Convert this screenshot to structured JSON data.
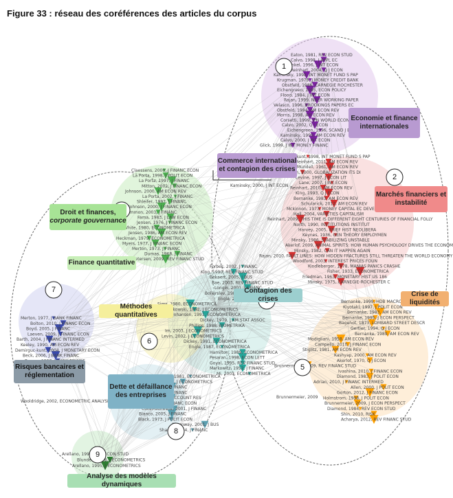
{
  "figure_title": "Figure 33 : réseau des coréférences des articles du corpus",
  "colors": {
    "c1": "#7b1fa2",
    "c2": "#d32f2f",
    "c3": "#26a69a",
    "c4": "#4caf50",
    "c5": "#ffa000",
    "c6": "#e6d845",
    "c7": "#3949ab",
    "c8": "#5c9fb0",
    "c9": "#2e7d32"
  },
  "clusters": [
    "1",
    "2",
    "3",
    "4",
    "5",
    "6",
    "7",
    "8",
    "9"
  ],
  "categories": {
    "economie": "Economie et finance internationales",
    "commerce": "Commerce international et contagion des crises",
    "marches": "Marchés financiers et instabilité",
    "droit_line1": "Droit et finances,",
    "droit_line2": "corporate gouvernance",
    "finance_quant": "Finance quantitative",
    "contagion": "Contagion des crises",
    "methodes": "Méthodes quantitatives",
    "crise_liq": "Crise de liquidités",
    "risques": "Risques bancaires et réglementation",
    "dette": "Dette et défaillance des entreprises",
    "analyse": "Analyse des modèles dynamiques"
  },
  "labels": {
    "c1": [
      "Eaton, 1981, REV ECON STUD",
      "Calvo, 1998, J APPL EC",
      "Frankel, 1996, J INT ECON",
      "Reinhart, 2004, Q J ECON",
      "Kaminsky, 1998, INT MONET FUND S PAP",
      "Krugman, 1979, J MONEY CREDIT BANK",
      "Obstfeld, 1986, CARNEGIE ROCHESTER",
      "Eichengreen, 1995, ECON POLICY",
      "Flood, 1984, J INT ECON",
      "Rajan, 1999, NBER WORKING PAPER",
      "Velasco, 1996, BROOKINGS PAPERS EC",
      "Obstfeld, 1994, AM ECON REV",
      "Morris, 1998, AM ECON REV",
      "Corsetti, 1999, JPN WORLD ECON",
      "Calvo, 2002, Q J ECON",
      "Eichengreen, 1996, SCAND J ECON",
      "Kaminsky, 1999, AM ECON REV",
      "Calvo, 2000, J INT ECON",
      "Glick, 1999, J INT MONEY FINANC"
    ],
    "c2": [
      "Demirguc-kunt, 1998, INT MONET FUND S PAP",
      "Reinhart, 2011, AM ECON REV",
      "Mundell, 1961, AM ECON REV",
      "Stiglitz Joseph, 2000, GLOBALIZATION ITS DI",
      "Levine, 1997, J ECON LIT",
      "Lane, 2007, J INT ECON",
      "Reinhart, 2010, AM ECON REV",
      "King, 1993, Q J ECON",
      "Bernanke, 1983, AM ECON REV",
      "Schularick, 2012, AM ECON REV",
      "Mckinnon, 1973, MONEY CAPITAL EC DEVE",
      "Hall, 2004, VARIETIES CAPITALISM",
      "Reinhart, 2009, THIS TIME IS DIFFERENT EIGHT CENTURIES OF FINANCIAL FOLLY",
      "North, 1990, INSTITUTIONS INSTITUT",
      "Harvey, 2005, BRIEF HIST NEOLIBERA",
      "Keynes, 1936, GEN THEORY EMPLOYMEN",
      "Minsky, 1986, STABILIZING UNSTABLE",
      "Akerlof, 2009, ANIMAL SPIRITS: HOW HUMAN PSYCHOLOGY DRIVES THE ECONOMY",
      "Minsky, 1982, CAN IT HAPPEN AGAIN",
      "Rajan, 2010, FAULT LINES: HOW HIDDEN FRACTURES STILL THREATEN THE WORLD ECONOMY",
      "Woodford, 2003, INTEREST PRICES FOUN",
      "Kindleberger, 1978, MANIAS PANICS CRASHE",
      "Fisher, 1933, ECONOMETRICA",
      "Friedman, 1963, MONETARY HIST US 186",
      "Minsky, 1975, CARNEGIE-ROCHESTER C"
    ],
    "c4": [
      "Claessens, 2000, J FINANC ECON",
      "La Porta, 1998, J POLIT ECON",
      "La Porta, 1997, J FINANC",
      "Mitton, 2002, J FINANC ECON",
      "Johnson, 2000, AM ECON REV",
      "La Porta, 2002, J FINANC",
      "Shleifer, 1997, J FINANC",
      "Johnson, 2000, J FINANC ECON",
      "Lemmon, 2003, J FINANC",
      "Fama, 1983, J LAW ECON",
      "Jensen, 1976, J FINANC ECON",
      "White, 1980, ECONOMETRICA",
      "Jensen, 1986, AM ECON REV",
      "Heckman, 1979, ECONOMETRICA",
      "Myers, 1977, J FINANC ECON",
      "Merton, 1973, J FINANC",
      "Dumas, 1968, J FINANC",
      "Petersen, 2009, REV FINANC STUD"
    ],
    "c3": [
      "Forbes, 2002, J FINANC",
      "King, 1990, REV FINANC STUD",
      "Bekaert, 2005, J BUS",
      "Bae, 2003, REV FINANC STUD",
      "Longin, 2001, J FINANC",
      "Bollerslev, 1986, J ECONOMETRICS",
      "Engle, 2002, J BUS ECON STAT",
      "Sims, 1980, ECONOMETRICA",
      "Kwiatkowski, 1992, J ECONOMETRICS",
      "Johansen, 1991, ECONOMETRICA",
      "Dickey, 1979, J AM STAT ASSOC",
      "Phillips, 1988, BIOMETRIKA",
      "Im, 2003, J ECONOMETRICS",
      "Levin, 2002, J ECONOMETRICS",
      "Dickey, 1981, ECONOMETRICA",
      "Engle, 1987, ECONOMETRICA",
      "Hamilton, 1989, ECONOMETRICA",
      "Pesaran, 1998, ECON LETT",
      "Goyal, 1995, REV FINANC STUD",
      "Markowitz, 1952, J FINANC",
      "Mi, 2003, ECONOMETRICA"
    ],
    "c5": [
      "Bernanke, 1999, HDB MACROECONOMICS C",
      "Kiyotaki, 1997, J POLIT ECON",
      "Bernanke, 1983, AM ECON REV",
      "Bernanke, 1995, J ECON PERSPECT",
      "Bagehot, 1873, LOMBARD STREET DESCR",
      "Gertler, 1994, Q J ECON",
      "Bernanke, 1989, AM ECON REV",
      "Modigliani, 1958, AM ECON REV",
      "Campello, 2010, J FINANC ECON",
      "Stiglitz, 1981, AM ECON REV",
      "Kashyap, 2000, AM ECON REV",
      "Akerlof, 1970, Q J ECON",
      "Brunnermeier, 2009, REV FINANC STUD",
      "Ivashina, 2010, J FINANC ECON",
      "Diamond, 1983, J POLIT ECON",
      "Adrian, 2010, J FINANC INTERMED",
      "Allen, 2000, J POLIT ECON",
      "Gorton, 2012, J FINANC ECON",
      "Holmstrom, 1998, J POLIT ECON",
      "Brunnermeier, 2009, J ECON PERSPECT",
      "Diamond, 1984, REV ECON STUD",
      "Shin, 2010, RISK",
      "Acharya, 2012, REV FINANC STUD"
    ],
    "c7": [
      "Merton, 1977, J BANK FINANC",
      "Bolton, 2010, J FINANC ECON",
      "Boyd, 2005, J FINANC",
      "Laeven, 2009, J FINANC ECON",
      "Barth, 2004, J FINANC INTERMED",
      "Keeley, 1990, AM ECON REV",
      "Demirguc-kunt, 2004, J MONETARY ECON",
      "Beck, 2006, J BANK FINANC",
      "Berger, 1997, J BANK FINANC"
    ],
    "c8": [
      "Dickey, 1981, ECONOMETRICA",
      "Levin, 2002, J ECONOMETRICS",
      "Morton, 1974, J FINANC",
      "Altman, 1968, J FINANC",
      "Ohlson, 1980, J ACCOUNT RES",
      "Fama, 1993, J FINANC ECON",
      "Collin-dufresne, 2001, J FINANC",
      "Blanco, 2005, J FINANC",
      "Black, 1973, J POLIT ECON",
      "Shumway, 2001, J BUS",
      "Sharpe, 1964, J FINANC"
    ],
    "c9": [
      "Arellano, 1991, REV ECON STUD",
      "Blundell, 1998, J ECONOMETRICS",
      "Arellano, 1995, J ECONOMETRICS"
    ],
    "other": [
      "Kaminsky, 2000, J INT ECON",
      "Wooldridge, 2002, ECONOMETRIC ANALYSIS",
      "Brunnermeier, 2009"
    ]
  }
}
